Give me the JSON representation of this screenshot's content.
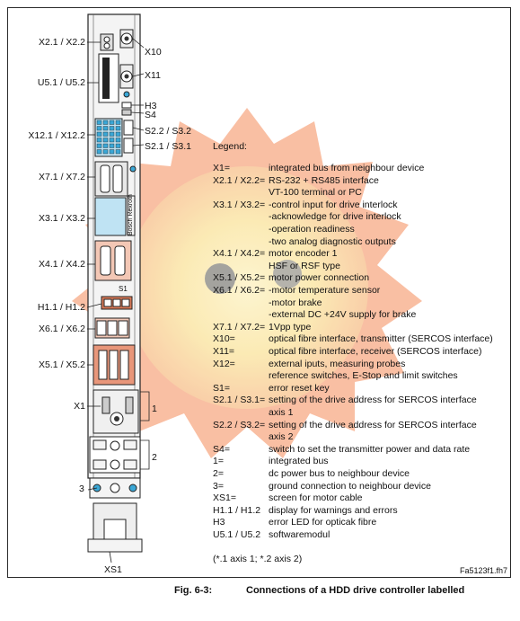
{
  "device_labels": {
    "x2": "X2.1 / X2.2",
    "x10": "X10",
    "x11": "X11",
    "u5": "U5.1 / U5.2",
    "h3": "H3",
    "s4": "S4",
    "s22": "S2.2 / S3.2",
    "x12": "X12.1 / X12.2",
    "s21": "S2.1 / S3.1",
    "x7": "X7.1 / X7.2",
    "x3": "X3.1 / X3.2",
    "x4": "X4.1 / X4.2",
    "s1": "S1",
    "h1": "H1.1 / H1.2",
    "x6": "X6.1 / X6.2",
    "x5": "X5.1 / X5.2",
    "x1": "X1",
    "n1": "1",
    "n2": "2",
    "n3": "3",
    "xs1": "XS1",
    "brand": "Bosch Rexroth"
  },
  "legend": {
    "title": "Legend:",
    "entries": [
      {
        "key": "X1=",
        "value": "integrated bus from neighbour device"
      },
      {
        "key": "X2.1 / X2.2=",
        "value": "RS-232 + RS485 interface"
      },
      {
        "key": "",
        "value": "VT-100 terminal or PC"
      },
      {
        "key": "X3.1 / X3.2=",
        "value": "-control input for drive interlock"
      },
      {
        "key": "",
        "value": "-acknowledge for drive interlock"
      },
      {
        "key": "",
        "value": "-operation readiness"
      },
      {
        "key": "",
        "value": "-two analog diagnostic outputs"
      },
      {
        "key": "X4.1 / X4.2=",
        "value": "motor encoder 1"
      },
      {
        "key": "",
        "value": "HSF or RSF type"
      },
      {
        "key": "X5.1 / X5.2=",
        "value": "motor power connection"
      },
      {
        "key": "X6.1 / X6.2=",
        "value": "-motor temperature sensor"
      },
      {
        "key": "",
        "value": "-motor brake"
      },
      {
        "key": "",
        "value": "-external DC +24V supply for brake"
      },
      {
        "key": "X7.1 / X7.2=",
        "value": "1Vpp type"
      },
      {
        "key": "X10=",
        "value": "optical fibre interface, transmitter (SERCOS interface)"
      },
      {
        "key": "X11=",
        "value": "optical fibre interface, receiver (SERCOS interface)"
      },
      {
        "key": "X12=",
        "value": "external iputs, measuring probes"
      },
      {
        "key": "",
        "value": "reference switches, E-Stop and limit switches"
      },
      {
        "key": "S1=",
        "value": "error reset key"
      },
      {
        "key": "S2.1 / S3.1=",
        "value": "setting of the drive address for SERCOS interface"
      },
      {
        "key": "",
        "value": "axis 1"
      },
      {
        "key": "S2.2 / S3.2=",
        "value": "setting of the drive address for SERCOS interface"
      },
      {
        "key": "",
        "value": "axis 2"
      },
      {
        "key": "S4=",
        "value": "switch to set the transmitter power and data rate"
      },
      {
        "key": "1=",
        "value": "integrated bus"
      },
      {
        "key": "2=",
        "value": "dc power bus to neighbour device"
      },
      {
        "key": "3=",
        "value": "ground connection to neighbour device"
      },
      {
        "key": "XS1=",
        "value": "screen for motor cable"
      },
      {
        "key": "H1.1 / H1.2",
        "value": "display for warnings and errors"
      },
      {
        "key": "H3",
        "value": "error LED for opticak fibre"
      },
      {
        "key": "U5.1 / U5.2",
        "value": "softwaremodul"
      }
    ],
    "note": "(*.1 axis 1; *.2 axis 2)"
  },
  "file_ref": "Fa5123f1.fh7",
  "caption": {
    "number": "Fig. 6-3:",
    "text": "Connections of a HDD drive controller labelled"
  },
  "colors": {
    "terminal_blue": "#3aa7d6",
    "terminal_salmon": "#e8967a",
    "watermark_orange": "#f7a882",
    "watermark_yellow": "#fbe7a8"
  }
}
